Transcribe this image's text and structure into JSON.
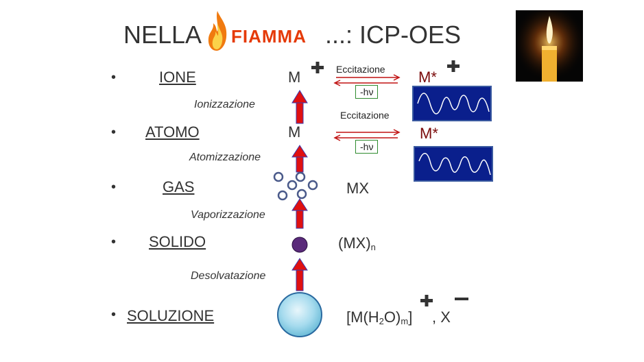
{
  "title": {
    "prefix": "NELLA",
    "flame_word": "FIAMMA",
    "suffix": "...: ICP-OES"
  },
  "levels": [
    {
      "bullet": "•",
      "label": "IONE"
    },
    {
      "bullet": "•",
      "label": "ATOMO"
    },
    {
      "bullet": "•",
      "label": "GAS"
    },
    {
      "bullet": "•",
      "label": "SOLIDO"
    },
    {
      "bullet": "•",
      "label": "SOLUZIONE"
    }
  ],
  "processes": [
    "Ionizzazione",
    "Atomizzazione",
    "Vaporizzazione",
    "Desolvatazione"
  ],
  "species": {
    "ion": "M",
    "atom": "M",
    "gas": "MX",
    "solid_main": "(MX)",
    "solid_sub": "n",
    "solution_a": "[M(H",
    "solution_b": "2",
    "solution_c": "O)",
    "solution_d": "m",
    "solution_e": "]",
    "solution_f": ", X"
  },
  "excitation": [
    {
      "label": "Eccitazione",
      "emission": "-hν",
      "excited": "M*"
    },
    {
      "label": "Eccitazione",
      "emission": "-hν",
      "excited": "M*"
    }
  ],
  "colors": {
    "arrow_red": "#e01010",
    "arrow_dark": "#3a3ab0",
    "particle": "#5a2a7a",
    "wave_bg": "#0a1f8c",
    "flame_text": "#e53a08",
    "hv_border": "#2e8b2e"
  },
  "icons": [
    "fire-icon",
    "candle-photo",
    "plus-icon",
    "minus-icon"
  ]
}
